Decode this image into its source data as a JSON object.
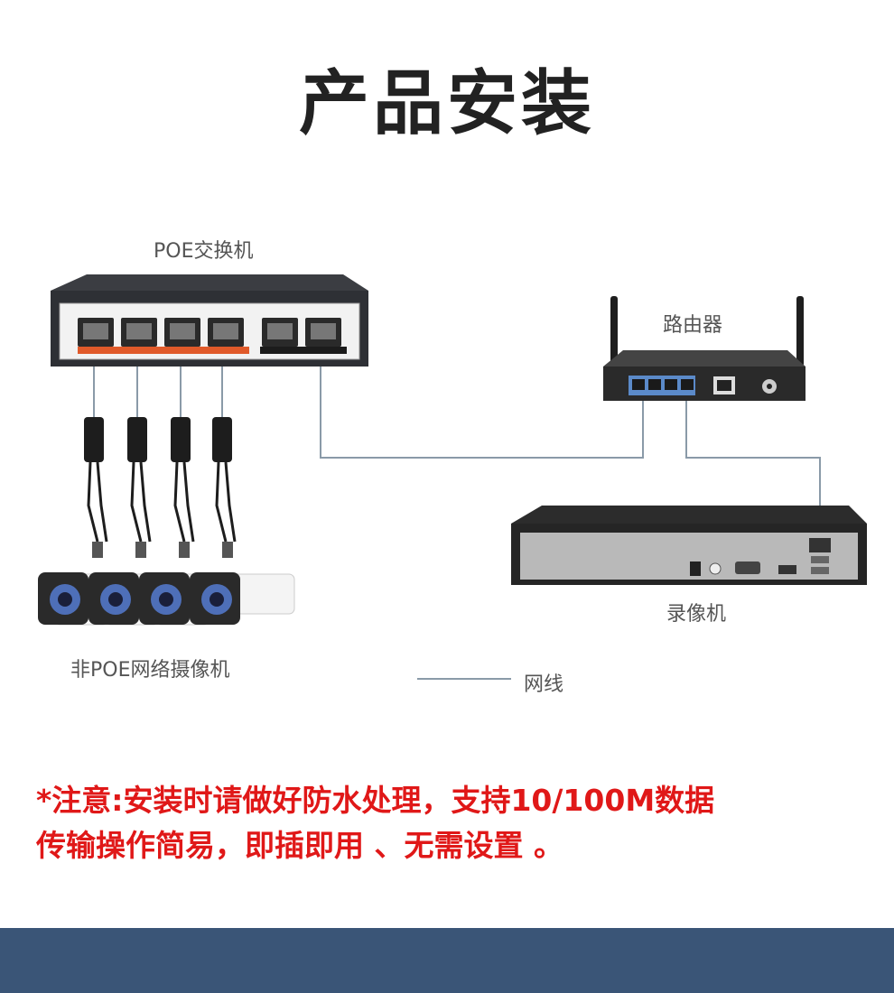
{
  "title": "产品安装",
  "labels": {
    "switch": "POE交换机",
    "router": "路由器",
    "nvr": "录像机",
    "cameras": "非POE网络摄像机",
    "legend": "网线"
  },
  "note": {
    "line1": "*注意:安装时请做好防水处理，支持10/100M数据",
    "line2": "传输操作简易，即插即用 、无需设置 。"
  },
  "colors": {
    "title": "#222222",
    "note": "#e01818",
    "cable": "#8a9aa8",
    "footer": "#3a5577"
  }
}
